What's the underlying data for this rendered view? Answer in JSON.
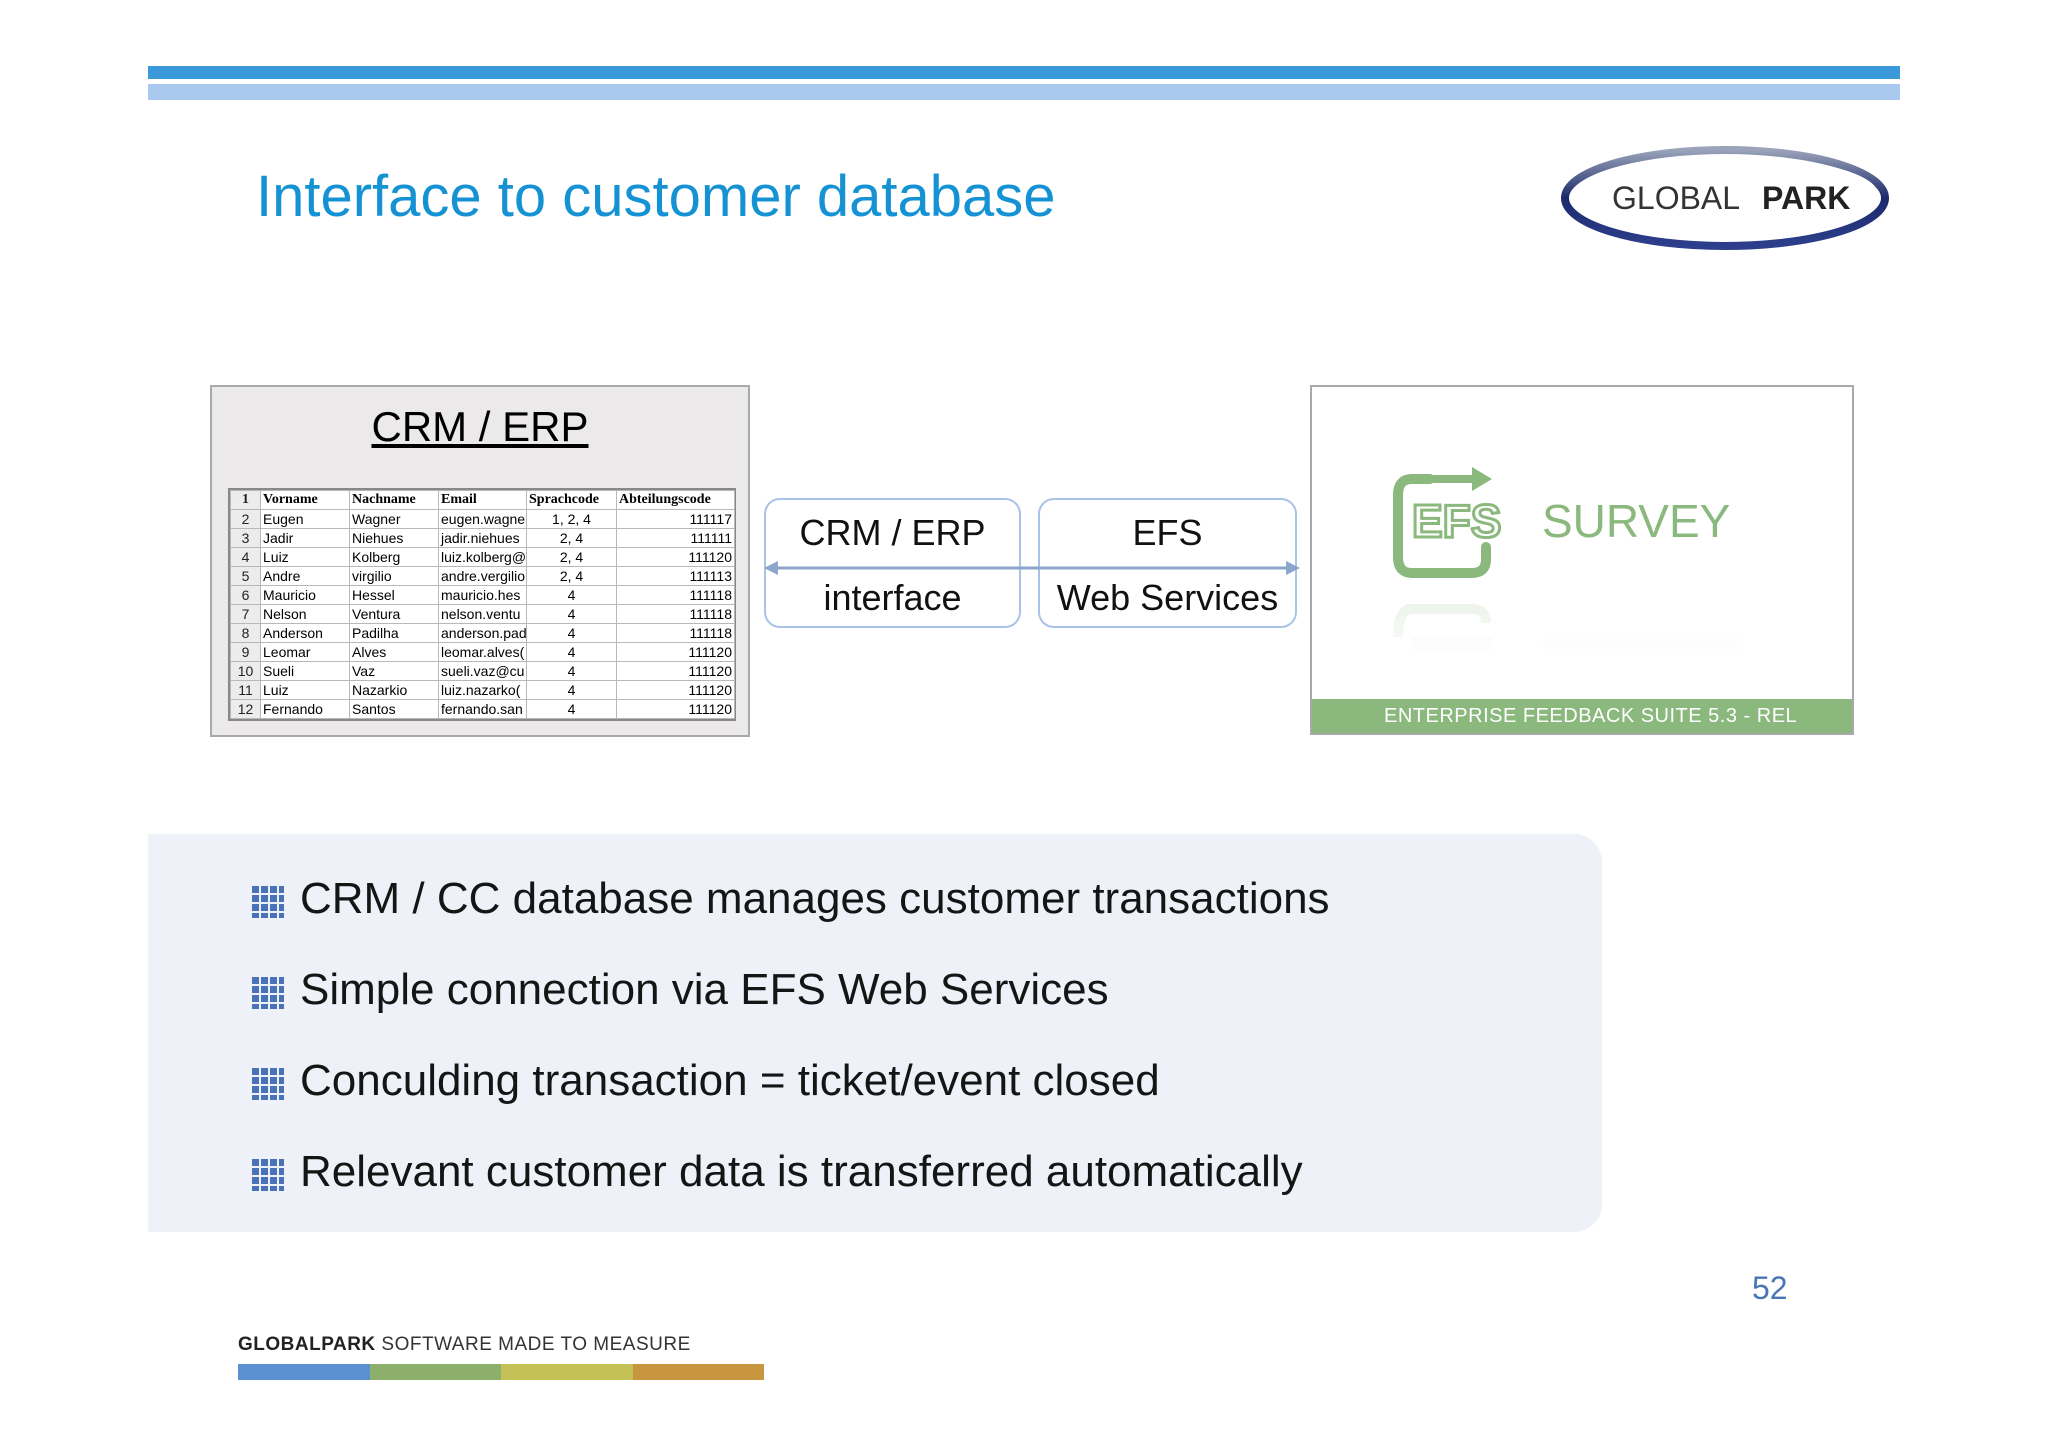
{
  "slide": {
    "title": "Interface to customer database",
    "page_number": "52"
  },
  "header_logo": {
    "text_light": "GLOBAL",
    "text_bold": "PARK"
  },
  "crm_panel": {
    "title": "CRM / ERP",
    "table": {
      "columns": [
        "Vorname",
        "Nachname",
        "Email",
        "Sprachcode",
        "Abteilungscode"
      ],
      "header_row_number": "1",
      "rows": [
        {
          "n": "2",
          "vorname": "Eugen",
          "nachname": "Wagner",
          "email": "eugen.wagne",
          "sprachcode": "1, 2, 4",
          "abteilungscode": "111117"
        },
        {
          "n": "3",
          "vorname": "Jadir",
          "nachname": "Niehues",
          "email": "jadir.niehues",
          "sprachcode": "2, 4",
          "abteilungscode": "111111"
        },
        {
          "n": "4",
          "vorname": "Luiz",
          "nachname": "Kolberg",
          "email": "luiz.kolberg@",
          "sprachcode": "2, 4",
          "abteilungscode": "111120"
        },
        {
          "n": "5",
          "vorname": "Andre",
          "nachname": "virgilio",
          "email": "andre.vergilio",
          "sprachcode": "2, 4",
          "abteilungscode": "111113"
        },
        {
          "n": "6",
          "vorname": "Mauricio",
          "nachname": "Hessel",
          "email": "mauricio.hes",
          "sprachcode": "4",
          "abteilungscode": "111118"
        },
        {
          "n": "7",
          "vorname": "Nelson",
          "nachname": "Ventura",
          "email": "nelson.ventu",
          "sprachcode": "4",
          "abteilungscode": "111118"
        },
        {
          "n": "8",
          "vorname": "Anderson",
          "nachname": "Padilha",
          "email": "anderson.pad",
          "sprachcode": "4",
          "abteilungscode": "111118"
        },
        {
          "n": "9",
          "vorname": "Leomar",
          "nachname": "Alves",
          "email": "leomar.alves(",
          "sprachcode": "4",
          "abteilungscode": "111120"
        },
        {
          "n": "10",
          "vorname": "Sueli",
          "nachname": "Vaz",
          "email": "sueli.vaz@cu",
          "sprachcode": "4",
          "abteilungscode": "111120"
        },
        {
          "n": "11",
          "vorname": "Luiz",
          "nachname": "Nazarkio",
          "email": "luiz.nazarko(",
          "sprachcode": "4",
          "abteilungscode": "111120"
        },
        {
          "n": "12",
          "vorname": "Fernando",
          "nachname": "Santos",
          "email": "fernando.san",
          "sprachcode": "4",
          "abteilungscode": "111120"
        }
      ]
    }
  },
  "interface_boxes": [
    {
      "line1": "CRM / ERP",
      "line2": "interface"
    },
    {
      "line1": "EFS",
      "line2": "Web Services"
    }
  ],
  "efs_panel": {
    "logo_efs": "EFS",
    "logo_survey": "SURVEY",
    "banner": "ENTERPRISE FEEDBACK SUITE 5.3 - REL"
  },
  "bullets": [
    "CRM / CC database manages customer transactions",
    "Simple connection via EFS Web Services",
    "Conculding transaction = ticket/event closed",
    "Relevant customer data is transferred automatically"
  ],
  "footer": {
    "brand_bold": "GLOBALPARK",
    "brand_tagline": " SOFTWARE MADE TO MEASURE"
  },
  "colors": {
    "title_blue": "#1592d4",
    "top_bar": "#3a9ad9",
    "top_bar_light": "#a9c9ee",
    "panel_bg": "#eef1f8",
    "efs_green": "#8ab87d",
    "footer_stripe": [
      "#5a8fd0",
      "#8caf6c",
      "#c4c257",
      "#c8963e"
    ]
  }
}
